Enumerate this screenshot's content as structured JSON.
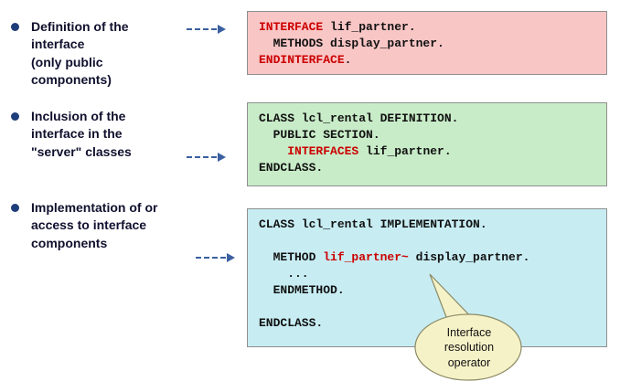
{
  "slide": {
    "bullets": [
      {
        "text": "Definition of the\ninterface\n(only public\ncomponents)"
      },
      {
        "text": "Inclusion of the\ninterface in the\n\"server\" classes"
      },
      {
        "text": "Implementation of or\naccess to interface\ncomponents"
      }
    ],
    "callout": {
      "text": "Interface\nresolution\noperator"
    }
  },
  "colors": {
    "box_interface_bg": "#f9c6c6",
    "box_class_def_bg": "#c8ecc8",
    "box_class_impl_bg": "#c7edf3",
    "code_red": "#cc0000",
    "code_black": "#111111",
    "bullet": "#1f3d7a",
    "arrow": "#3b5fa0",
    "callout_bg": "#f6f2c8"
  },
  "boxes": [
    {
      "name": "interface-definition-code",
      "lines": [
        {
          "segs": [
            {
              "t": "INTERFACE",
              "red": true
            },
            {
              "t": " lif_partner."
            }
          ]
        },
        {
          "segs": [
            {
              "t": "  METHODS display_partner."
            }
          ]
        },
        {
          "segs": [
            {
              "t": "ENDINTERFACE",
              "red": true
            },
            {
              "t": "."
            }
          ]
        }
      ]
    },
    {
      "name": "class-definition-code",
      "lines": [
        {
          "segs": [
            {
              "t": "CLASS lcl_rental DEFINITION."
            }
          ]
        },
        {
          "segs": [
            {
              "t": "  PUBLIC SECTION."
            }
          ]
        },
        {
          "segs": [
            {
              "t": "    "
            },
            {
              "t": "INTERFACES",
              "red": true
            },
            {
              "t": " lif_partner."
            }
          ]
        },
        {
          "segs": [
            {
              "t": "ENDCLASS."
            }
          ]
        }
      ]
    },
    {
      "name": "class-implementation-code",
      "lines": [
        {
          "segs": [
            {
              "t": "CLASS lcl_rental IMPLEMENTATION."
            }
          ]
        },
        {
          "segs": [
            {
              "t": ""
            }
          ]
        },
        {
          "segs": [
            {
              "t": "  METHOD "
            },
            {
              "t": "lif_partner~",
              "red": true
            },
            {
              "t": " display_partner."
            }
          ]
        },
        {
          "segs": [
            {
              "t": "    ..."
            }
          ]
        },
        {
          "segs": [
            {
              "t": "  ENDMETHOD."
            }
          ]
        },
        {
          "segs": [
            {
              "t": ""
            }
          ]
        },
        {
          "segs": [
            {
              "t": "ENDCLASS."
            }
          ]
        }
      ]
    }
  ]
}
